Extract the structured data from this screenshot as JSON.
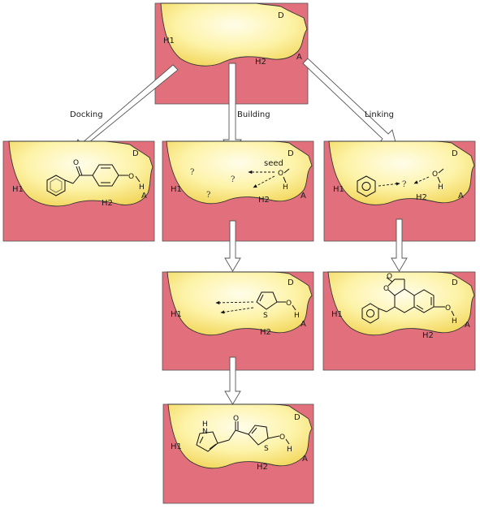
{
  "labels": {
    "h1": "H1",
    "h2": "H2",
    "d": "D",
    "a": "A",
    "docking": "Docking",
    "building": "Building",
    "linking": "Linking",
    "seed": "seed",
    "question": "?",
    "oxygen": "O",
    "hydrogen": "H",
    "sulfur": "S",
    "nh_h": "H",
    "nh_n": "N"
  },
  "colors": {
    "pocket_wall": "#e2707c",
    "pocket_inner": "#fdf6b8",
    "pocket_edge": "#f3d96a",
    "arrow_fill": "#ffffff"
  },
  "icons": {
    "flow_arrow": "hollow-arrow"
  }
}
